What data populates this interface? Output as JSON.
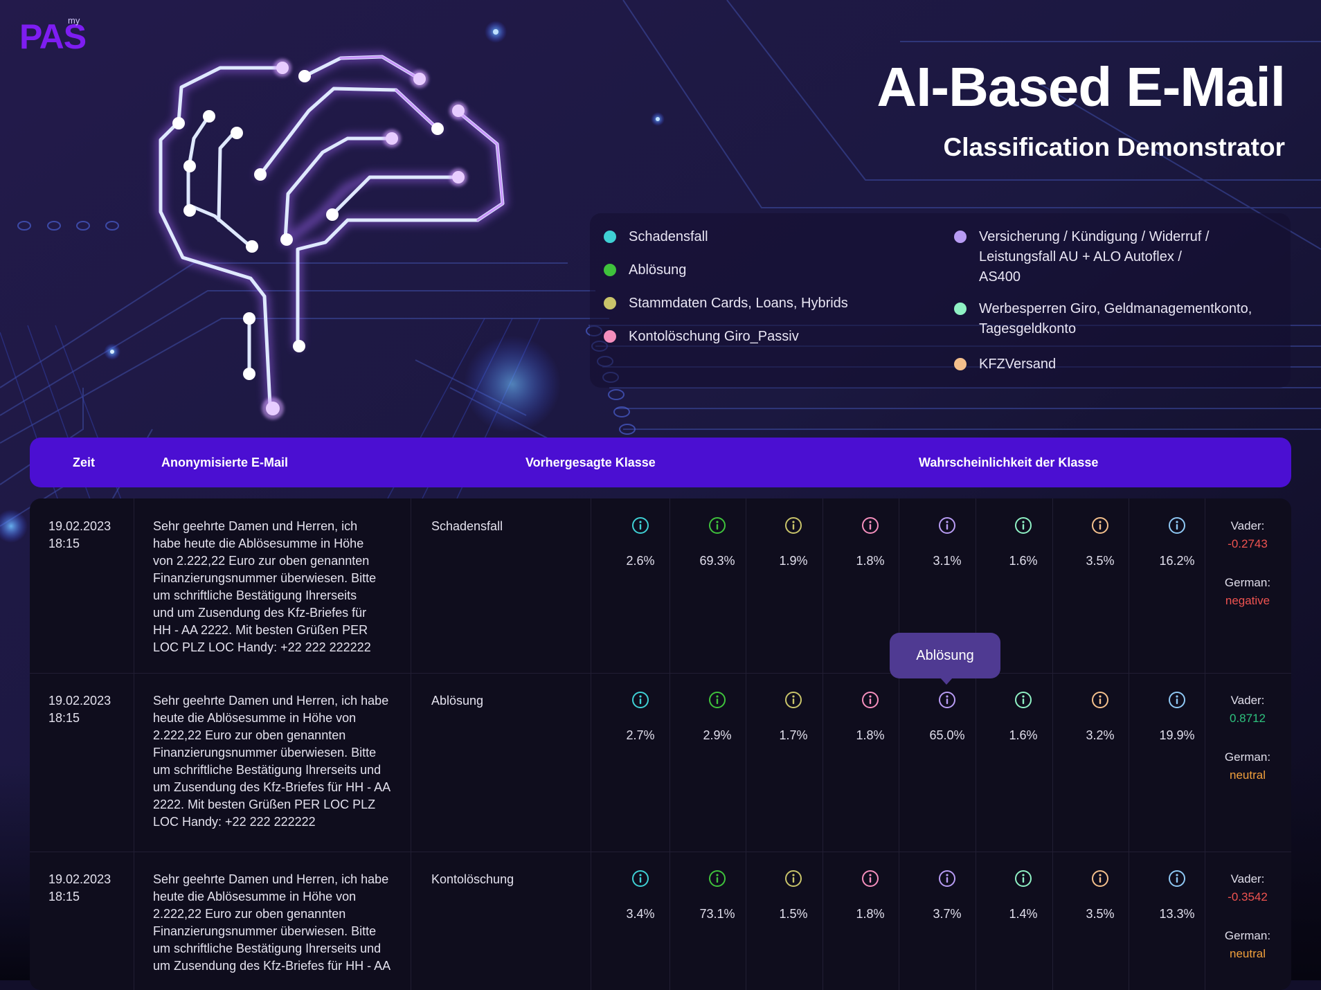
{
  "header": {
    "logo_text": "PAS",
    "logo_superscript": "my",
    "title": "AI-Based E-Mail",
    "subtitle": "Classification Demonstrator"
  },
  "legend": [
    {
      "label": "Schadensfall",
      "color": "#3fd0d4"
    },
    {
      "label": "Ablösung",
      "color": "#3fc23c"
    },
    {
      "label": "Stammdaten Cards, Loans, Hybrids",
      "color": "#c9c46a"
    },
    {
      "label": "Kontolöschung Giro_Passiv",
      "color": "#f58fbd"
    },
    {
      "label": "Versicherung / Kündigung / Widerruf / Leistungsfall AU + ALO Autoflex / AS400",
      "label_lines": [
        "Versicherung / Kündigung / Widerruf /",
        "Leistungsfall AU + ALO Autoflex /",
        "AS400"
      ],
      "color": "#b89cf4"
    },
    {
      "label": "Werbesperren Giro, Geldmanagementkonto, Tagesgeldkonto",
      "label_lines": [
        "Werbesperren Giro, Geldmanagementkonto,",
        "Tagesgeldkonto"
      ],
      "color": "#8ff1c4"
    },
    {
      "label": "KFZVersand",
      "color": "#f4c08c"
    }
  ],
  "table": {
    "columns": {
      "time": "Zeit",
      "email": "Anonymisierte E-Mail",
      "predicted": "Vorhergesagte Klasse",
      "probability": "Wahrscheinlichkeit der Klasse"
    },
    "icon_colors": [
      "#3fd0d4",
      "#3fc23c",
      "#c9c46a",
      "#f58fbd",
      "#b89cf4",
      "#8ff1c4",
      "#f4c08c",
      "#8fc8f4"
    ],
    "rows": [
      {
        "time_lines": [
          "19.02.2023",
          "18:15"
        ],
        "email_lines": [
          "Sehr geehrte Damen und Herren, ich",
          "habe heute die Ablösesumme in Höhe",
          "von 2.222,22 Euro zur oben genannten",
          "Finanzierungsnummer überwiesen. Bitte",
          "um schriftliche Bestätigung Ihrerseits",
          "und um Zusendung des Kfz-Briefes für",
          "HH - AA 2222. Mit besten Grüßen PER",
          "LOC PLZ LOC Handy: +22 222 222222"
        ],
        "predicted": "Schadensfall",
        "probabilities": [
          "2.6%",
          "69.3%",
          "1.9%",
          "1.8%",
          "3.1%",
          "1.6%",
          "3.5%",
          "16.2%"
        ],
        "vader_label": "Vader:",
        "vader_value": "-0.2743",
        "vader_color": "#ef5350",
        "german_label": "German:",
        "german_value": "negative",
        "german_color": "#ef5350"
      },
      {
        "time_lines": [
          "19.02.2023",
          "18:15"
        ],
        "email_lines": [
          "Sehr geehrte Damen und Herren, ich habe",
          "heute die Ablösesumme in Höhe von",
          "2.222,22 Euro zur oben genannten",
          "Finanzierungsnummer überwiesen. Bitte",
          "um schriftliche Bestätigung Ihrerseits und",
          "um Zusendung des Kfz-Briefes für HH - AA",
          "2222. Mit besten Grüßen PER LOC PLZ",
          "LOC Handy: +22 222 222222"
        ],
        "predicted": "Ablösung",
        "probabilities": [
          "2.7%",
          "2.9%",
          "1.7%",
          "1.8%",
          "65.0%",
          "1.6%",
          "3.2%",
          "19.9%"
        ],
        "vader_label": "Vader:",
        "vader_value": "0.8712",
        "vader_color": "#2ec27e",
        "german_label": "German:",
        "german_value": "neutral",
        "german_color": "#f0a03c"
      },
      {
        "time_lines": [
          "19.02.2023",
          "18:15"
        ],
        "email_lines": [
          "Sehr geehrte Damen und Herren, ich habe",
          "heute die Ablösesumme in Höhe von",
          "2.222,22 Euro zur oben genannten",
          "Finanzierungsnummer überwiesen. Bitte",
          "um schriftliche Bestätigung Ihrerseits und",
          "um Zusendung des Kfz-Briefes für HH - AA"
        ],
        "predicted": "Kontolöschung",
        "probabilities": [
          "3.4%",
          "73.1%",
          "1.5%",
          "1.8%",
          "3.7%",
          "1.4%",
          "3.5%",
          "13.3%"
        ],
        "vader_label": "Vader:",
        "vader_value": "-0.3542",
        "vader_color": "#ef5350",
        "german_label": "German:",
        "german_value": "neutral",
        "german_color": "#f0a03c"
      }
    ]
  },
  "tooltip": {
    "text": "Ablösung"
  }
}
